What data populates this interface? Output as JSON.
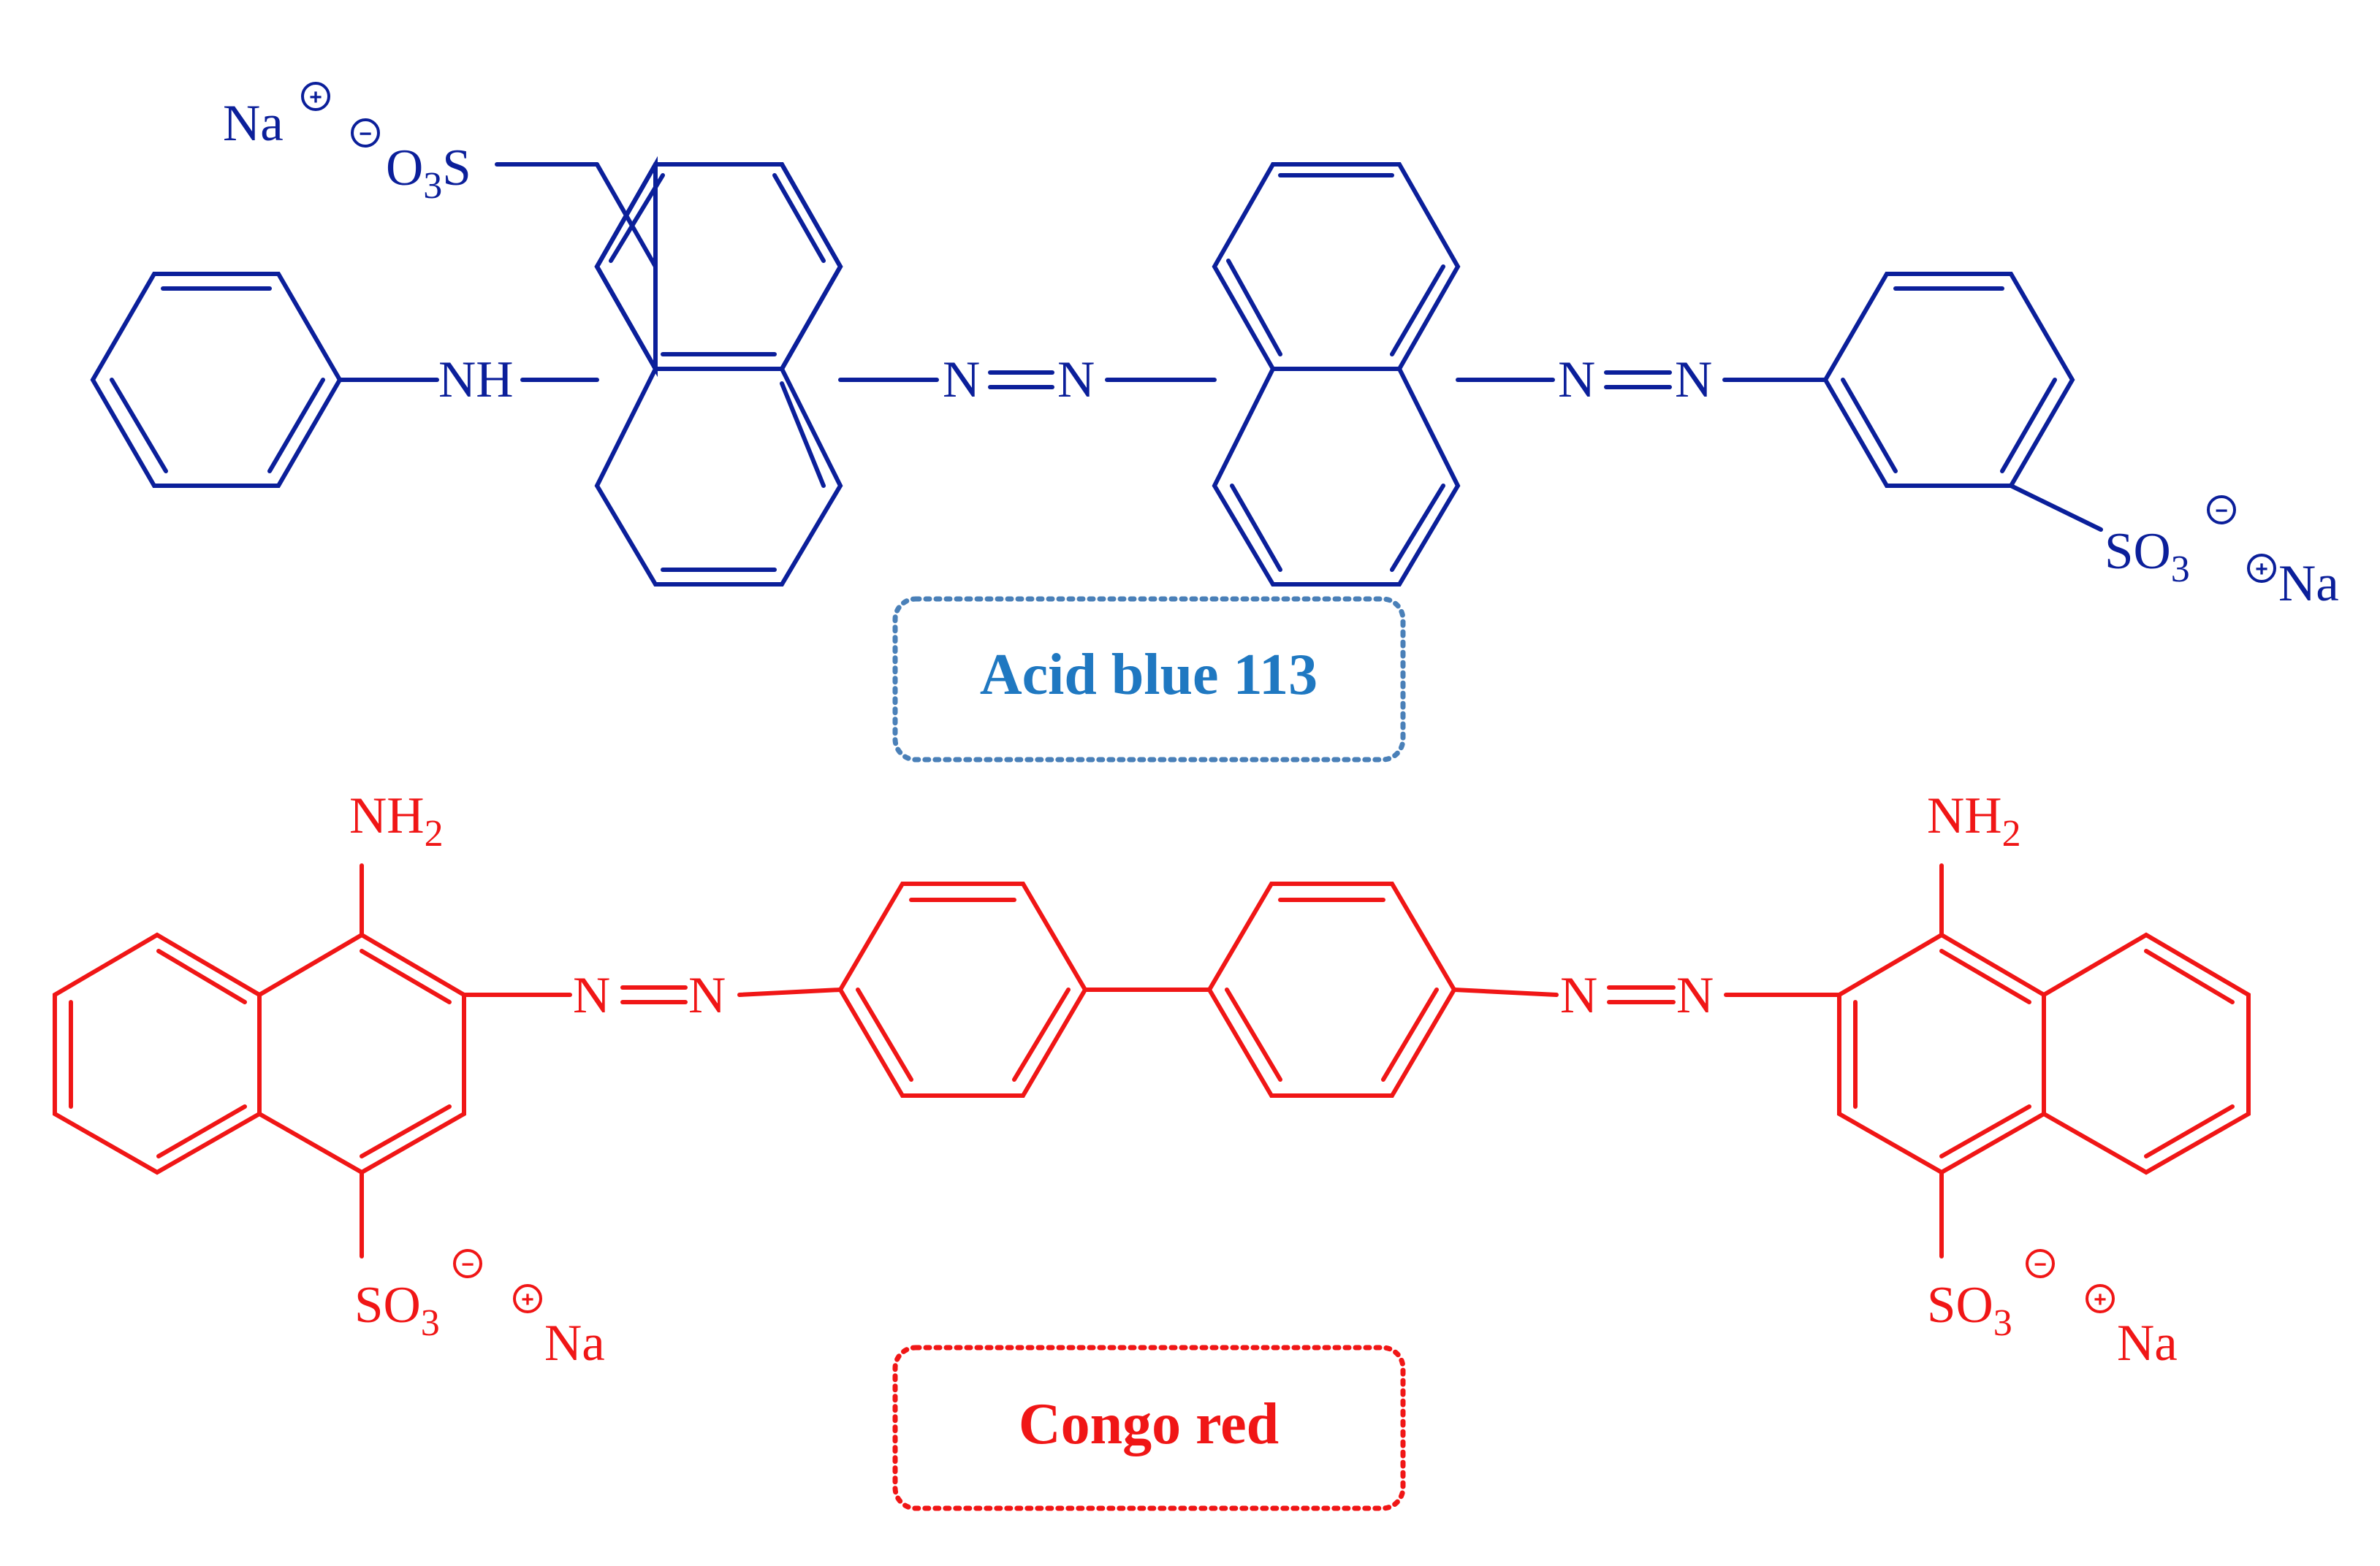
{
  "colors": {
    "acid_blue": "#0b1f9a",
    "acid_blue_caption": "#1f78c1",
    "acid_blue_box": "#4a80b8",
    "congo_red": "#f01616"
  },
  "acid_blue_113": {
    "name": "Acid blue 113",
    "na_left": "Na",
    "o3s_o": "O",
    "o3s_sub": "3",
    "o3s_s": "S",
    "nh": "NH",
    "azo1_n1": "N",
    "azo1_n2": "N",
    "azo2_n1": "N",
    "azo2_n2": "N",
    "so3_so": "SO",
    "so3_sub": "3",
    "na_right": "Na",
    "cation_symbol": "+",
    "anion_symbol": "−"
  },
  "congo_red": {
    "name": "Congo red",
    "nh2_left_nh": "NH",
    "nh2_left_sub": "2",
    "nh2_right_nh": "NH",
    "nh2_right_sub": "2",
    "azo_left_n1": "N",
    "azo_left_n2": "N",
    "azo_right_n1": "N",
    "azo_right_n2": "N",
    "so3_left_so": "SO",
    "so3_left_sub": "3",
    "so3_right_so": "SO",
    "so3_right_sub": "3",
    "na_left": "Na",
    "na_right": "Na",
    "cation_symbol": "+",
    "anion_symbol": "−"
  }
}
